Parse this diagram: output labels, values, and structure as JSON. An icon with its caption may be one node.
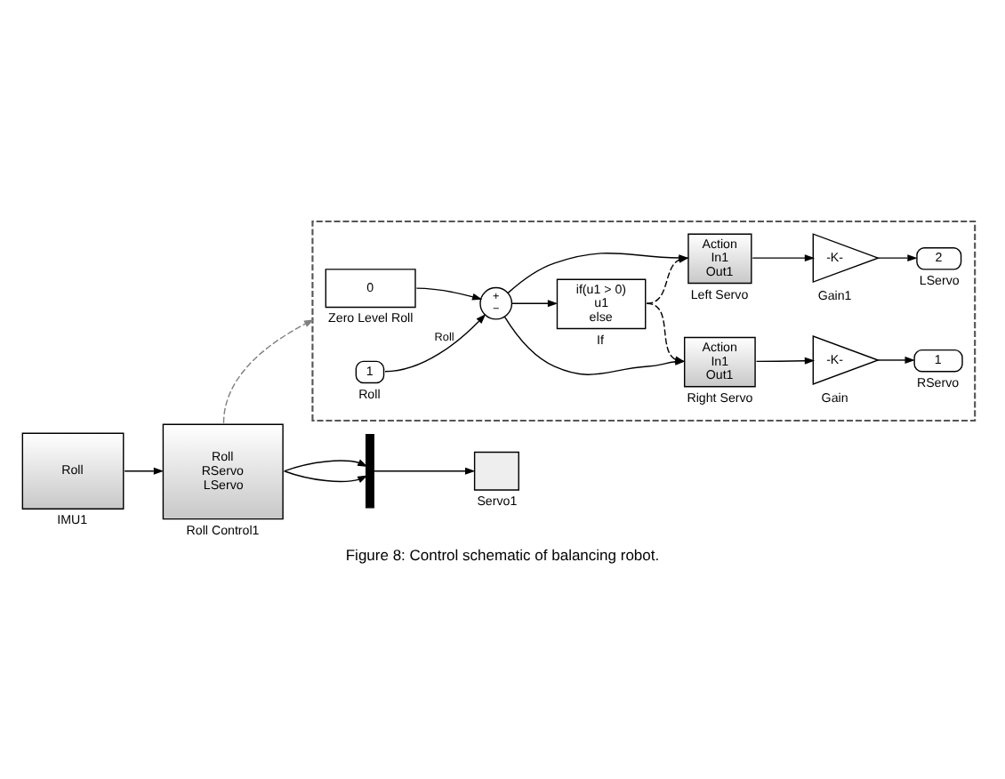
{
  "diagram": {
    "caption": "Figure 8: Control schematic of balancing robot.",
    "nodes": [
      {
        "text": [
          "Roll"
        ],
        "beside": [
          "IMU1"
        ]
      },
      {
        "text": [
          "Roll",
          "RServo",
          "LServo"
        ],
        "beside": [
          "Roll Control1"
        ]
      },
      {
        "text": [],
        "shape": "bar"
      },
      {
        "text": [],
        "shape": "box",
        "beside": [
          "Servo1"
        ]
      },
      {
        "text": [],
        "shape": "box"
      },
      {
        "text": [
          "0"
        ],
        "beside": [
          "Zero Level Roll"
        ],
        "in": 4
      },
      {
        "text": [
          "+",
          "−"
        ],
        "in": 4
      },
      {
        "text": [
          "1"
        ],
        "beside": [
          "Roll"
        ],
        "in": 4
      },
      {
        "text": [
          "if(u1 > 0)",
          "u1",
          "else"
        ],
        "beside": [
          "If"
        ],
        "in": 4
      },
      {
        "text": [
          "Action",
          "In1",
          "Out1"
        ],
        "beside": [
          "Right Servo"
        ],
        "in": 4
      },
      {
        "text": [
          "-K-"
        ],
        "beside": [
          "Gain"
        ],
        "in": 4
      },
      {
        "text": [
          "1"
        ],
        "beside": [
          "RServo"
        ],
        "in": 4
      },
      {
        "text": [
          "Action",
          "In1",
          "Out1"
        ],
        "beside": [
          "Left Servo"
        ],
        "in": 4
      },
      {
        "text": [
          "-K-"
        ],
        "beside": [
          "Gain1"
        ],
        "in": 4
      },
      {
        "text": [
          "2"
        ],
        "beside": [
          "LServo"
        ],
        "in": 4
      }
    ],
    "edges": [
      {
        "from": 0,
        "to": 1,
        "arrow": "to"
      },
      {
        "from": 1,
        "to": 2,
        "arrow": "to"
      },
      {
        "from": 1,
        "to": 2,
        "arrow": "to"
      },
      {
        "from": 2,
        "to": 3,
        "arrow": "to"
      },
      {
        "from": 1,
        "to": 4,
        "arrow": "to",
        "style": "dashed",
        "color": "#808080"
      },
      {
        "from": 5,
        "to": 6,
        "arrow": "to"
      },
      {
        "from": 7,
        "to": 6,
        "arrow": "to",
        "label": "Roll"
      },
      {
        "from": 6,
        "to": 8,
        "arrow": "to"
      },
      {
        "from": 6,
        "to": 9,
        "arrow": "to"
      },
      {
        "from": 6,
        "to": 12,
        "arrow": "to"
      },
      {
        "from": 8,
        "to": 9,
        "arrow": "to",
        "style": "dashed"
      },
      {
        "from": 8,
        "to": 12,
        "arrow": "to",
        "style": "dashed"
      },
      {
        "from": 9,
        "to": 10,
        "arrow": "to"
      },
      {
        "from": 10,
        "to": 11,
        "arrow": "to"
      },
      {
        "from": 12,
        "to": 13,
        "arrow": "to"
      },
      {
        "from": 13,
        "to": 14,
        "arrow": "to"
      }
    ]
  }
}
